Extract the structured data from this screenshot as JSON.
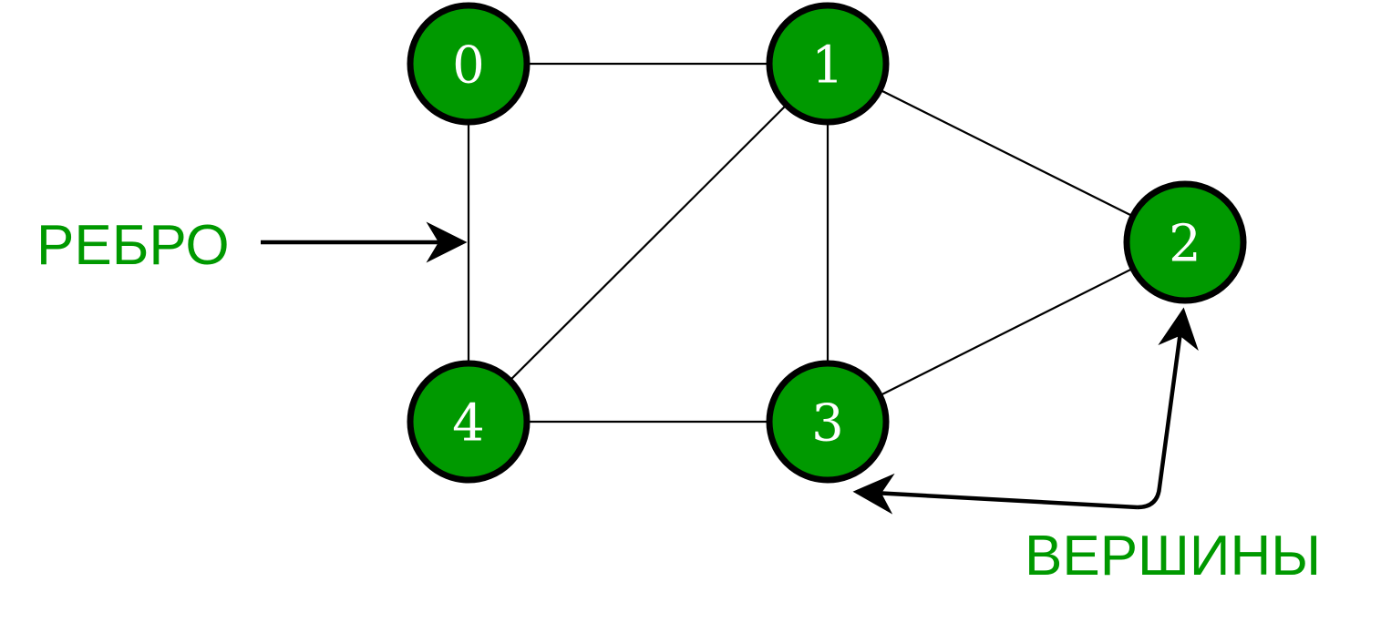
{
  "colors": {
    "node_fill": "#009900",
    "node_stroke": "#000000",
    "label_text": "#009900",
    "node_text": "#ffffff"
  },
  "graph": {
    "nodes": [
      {
        "id": "0",
        "label": "0"
      },
      {
        "id": "1",
        "label": "1"
      },
      {
        "id": "2",
        "label": "2"
      },
      {
        "id": "3",
        "label": "3"
      },
      {
        "id": "4",
        "label": "4"
      }
    ],
    "edges": [
      {
        "from": "0",
        "to": "1"
      },
      {
        "from": "0",
        "to": "4"
      },
      {
        "from": "1",
        "to": "4"
      },
      {
        "from": "1",
        "to": "3"
      },
      {
        "from": "1",
        "to": "2"
      },
      {
        "from": "2",
        "to": "3"
      },
      {
        "from": "3",
        "to": "4"
      }
    ]
  },
  "annotations": {
    "edge_label": "РЕБРО",
    "vertices_label": "ВЕРШИНЫ"
  }
}
